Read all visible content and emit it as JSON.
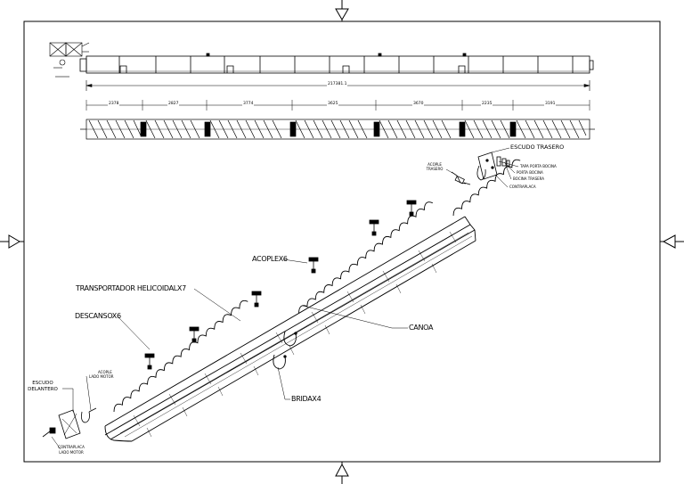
{
  "drawing": {
    "overall_dimension": "217381.1",
    "segment_dimensions": [
      "2378",
      "2827",
      "3774",
      "3625",
      "3670",
      "2235",
      "3191"
    ],
    "colors": {
      "ink": "#000000",
      "paper": "#ffffff"
    }
  },
  "labels": {
    "escudo_trasero": "ESCUDO TRASERO",
    "acople_trasero_1": "ACOPLE",
    "acople_trasero_2": "TRASERO",
    "tapa_porta_bocina": "TAPA PORTA BOCINA",
    "porta_bocina": "PORTA BOCINA",
    "bocina_trasera": "BOCINA TRASERA",
    "contraplaca": "CONTRAPLACA",
    "acople_x6": "ACOPLEX6",
    "transportador": "TRANSPORTADOR HELICOIDALX7",
    "descanso_x6": "DESCANSOX6",
    "canoa": "CANOA",
    "brida_x4": "BRIDAX4",
    "escudo_delantero_1": "ESCUDO",
    "escudo_delantero_2": "DELANTERO",
    "acople_motor_1": "ACOPLE",
    "acople_motor_2": "LADO MOTOR",
    "contraplaca_motor_1": "CONTRAPLACA",
    "contraplaca_motor_2": "LADO MOTOR"
  }
}
